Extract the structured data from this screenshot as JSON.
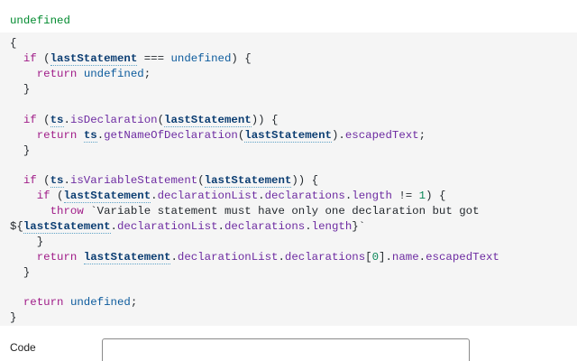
{
  "result": {
    "return_type": "undefined"
  },
  "code": {
    "open_brace": "{",
    "close_brace": "}",
    "if_kw": "if",
    "return_kw": "return",
    "throw_kw": "throw",
    "undefined_kw": "undefined",
    "identifier": "lastStatement",
    "ts": "ts",
    "is_declaration": "isDeclaration",
    "get_name_of_declaration": "getNameOfDeclaration",
    "escaped_text": "escapedText",
    "is_variable_statement": "isVariableStatement",
    "declaration_list": "declarationList",
    "declarations": "declarations",
    "length": "length",
    "name": "name",
    "num_one": "1",
    "num_zero": "0",
    "error_message": "`Variable statement must have only one declaration but got"
  },
  "form": {
    "code_label": "Code",
    "code_value": ""
  }
}
